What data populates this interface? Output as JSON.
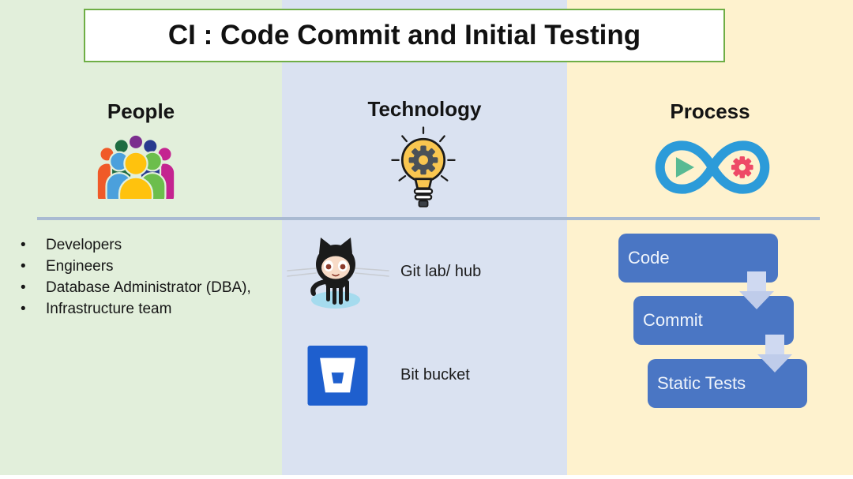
{
  "title": "CI : Code Commit and Initial Testing",
  "people": {
    "header": "People",
    "icon": "people-group-icon",
    "items": [
      "Developers",
      "Engineers",
      "Database Administrator (DBA),",
      "Infrastructure team"
    ]
  },
  "technology": {
    "header": "Technology",
    "icon": "gear-lightbulb-icon",
    "tools": [
      {
        "icon": "github-octocat-icon",
        "label": "Git lab/ hub"
      },
      {
        "icon": "bitbucket-icon",
        "label": "Bit bucket"
      }
    ]
  },
  "process": {
    "header": "Process",
    "icon": "devops-infinity-icon",
    "steps": [
      {
        "label": "Code"
      },
      {
        "label": "Commit"
      },
      {
        "label": "Static Tests"
      }
    ]
  },
  "colors": {
    "people_column_bg": "#E2EFDB",
    "technology_column_bg": "#DAE2F1",
    "process_column_bg": "#FEF2CE",
    "title_border": "#6FAE46",
    "separator_line": "#A9BAD2",
    "process_step_box": "#4A76C4",
    "flow_arrow": "#C8D4EE",
    "bitbucket_blue": "#1E5FCE",
    "infinity_blue": "#2C9BD9",
    "play_green": "#58BA93",
    "gear_pink": "#EE4A67"
  }
}
